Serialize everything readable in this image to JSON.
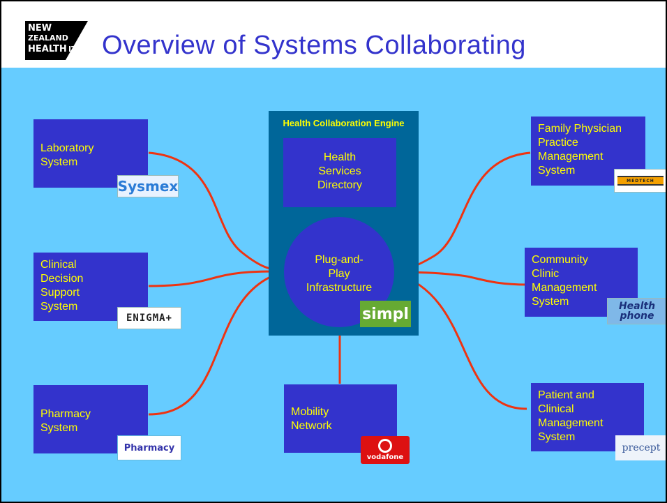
{
  "header": {
    "title": "Overview of Systems Collaborating",
    "logo_text": [
      "NEW",
      "ZEALAND",
      "HEALTH",
      "IT"
    ]
  },
  "engine": {
    "title": "Health Collaboration Engine",
    "directory_label": [
      "Health",
      "Services",
      "Directory"
    ],
    "hub_label": [
      "Plug-and-",
      "Play",
      "Infrastructure"
    ],
    "hub_badge": "simpl"
  },
  "left_systems": [
    {
      "label": [
        "Laboratory",
        "System"
      ],
      "vendor": "Sysmex"
    },
    {
      "label": [
        "Clinical",
        "Decision",
        "Support",
        "System"
      ],
      "vendor": "ENIGMA+"
    },
    {
      "label": [
        "Pharmacy",
        "System"
      ],
      "vendor": "Pharmacy"
    }
  ],
  "right_systems": [
    {
      "label": [
        "Family Physician",
        "Practice",
        "Management",
        "System"
      ],
      "vendor": "MEDTECH"
    },
    {
      "label": [
        "Community",
        "Clinic",
        "Management",
        "System"
      ],
      "vendor": "Health phone"
    },
    {
      "label": [
        "Patient and",
        "Clinical",
        "Management",
        "System"
      ],
      "vendor": "precept"
    }
  ],
  "bottom_system": {
    "label": [
      "Mobility",
      "Network"
    ],
    "vendor": "vodafone"
  },
  "colors": {
    "background": "#66ccff",
    "box": "#3333cc",
    "engine": "#006699",
    "text": "#ffff00",
    "link": "#ee3311",
    "title": "#3333cc"
  }
}
